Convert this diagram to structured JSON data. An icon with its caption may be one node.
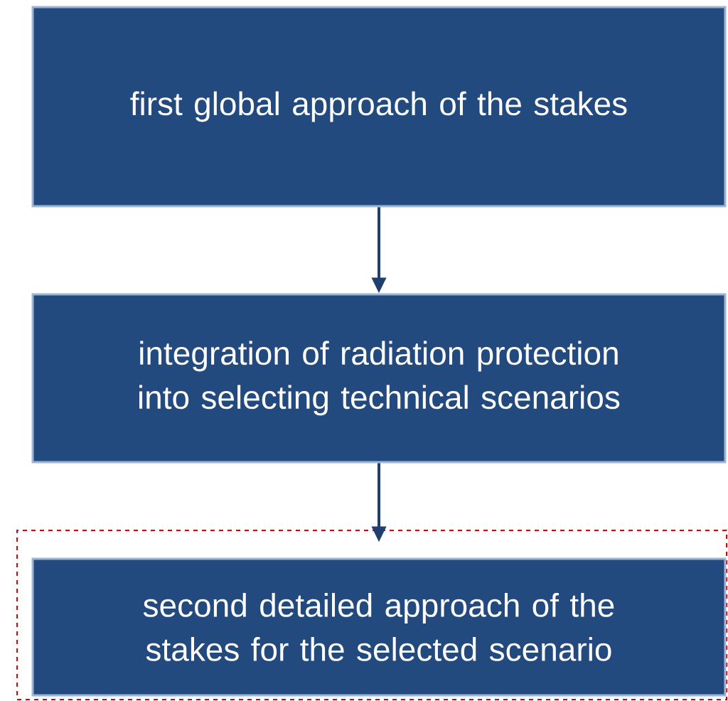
{
  "diagram": {
    "nodes": [
      {
        "text": [
          "first global approach of the stakes"
        ]
      },
      {
        "text": [
          "integration of radiation protection into selecting technical scenarios"
        ]
      },
      {
        "text": [],
        "shape": "box"
      },
      {
        "text": [
          "second detailed approach of the stakes for the selected scenario"
        ],
        "in": 2
      }
    ],
    "edges": [
      {
        "from": 0,
        "to": 1,
        "arrow": "to"
      },
      {
        "from": 1,
        "to": 3,
        "arrow": "to"
      }
    ]
  }
}
